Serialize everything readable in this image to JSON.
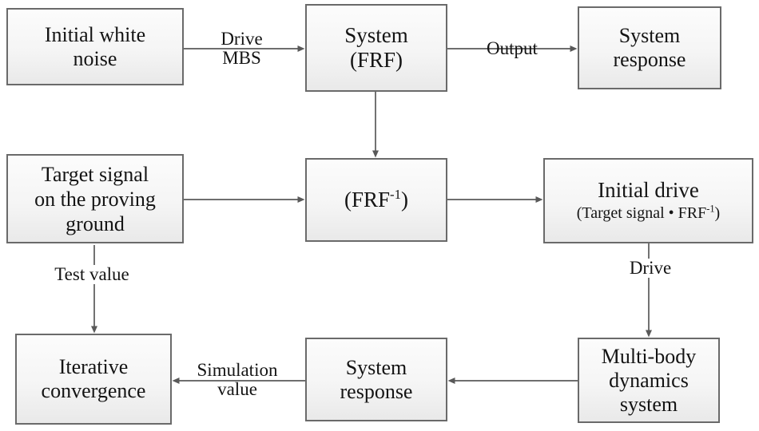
{
  "diagram": {
    "title_hint": "Iterative drive signal flowchart",
    "nodes": {
      "initial_white_noise": {
        "line1": "Initial white",
        "line2": "noise"
      },
      "system_frf": {
        "line1": "System",
        "line2": "(FRF)"
      },
      "system_response_top": {
        "line1": "System",
        "line2": "response"
      },
      "target_signal": {
        "line1": "Target signal",
        "line2": "on the proving",
        "line3": "ground"
      },
      "frf_inverse": {
        "pre": "(FRF",
        "sup": "-1",
        "post": ")"
      },
      "initial_drive": {
        "title": "Initial drive",
        "sub_pre": "(Target signal • FRF",
        "sub_sup": "-1",
        "sub_post": ")"
      },
      "iterative_convergence": {
        "line1": "Iterative",
        "line2": "convergence"
      },
      "system_response_bottom": {
        "line1": "System",
        "line2": "response"
      },
      "multibody_system": {
        "line1": "Multi-body",
        "line2": "dynamics",
        "line3": "system"
      }
    },
    "edge_labels": {
      "drive_mbs": {
        "line1": "Drive",
        "line2": "MBS"
      },
      "output": "Output",
      "test_value": "Test value",
      "drive": "Drive",
      "simulation_value": {
        "line1": "Simulation",
        "line2": "value"
      }
    },
    "colors": {
      "background": "#ffffff",
      "box_border": "#6a6a6a",
      "box_fill_top": "#fcfcfc",
      "box_fill_bottom": "#e9e9e9",
      "arrow": "#595959",
      "text": "#141414"
    }
  }
}
